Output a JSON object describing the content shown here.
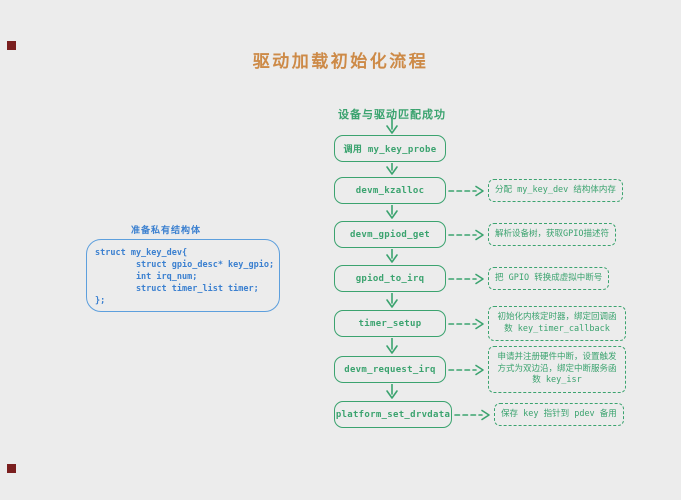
{
  "colors": {
    "bg": "#ececec",
    "green": "#3ba36f",
    "orange": "#cd8a47",
    "blue": "#3b80d0",
    "blue-border": "#5d9fdd",
    "maroon": "#7a1f1f"
  },
  "title": {
    "text": "驱动加载初始化流程"
  },
  "flow": {
    "start_label": "设备与驱动匹配成功",
    "steps": [
      {
        "label": "调用 my_key_probe",
        "note": ""
      },
      {
        "label": "devm_kzalloc",
        "note": "分配 my_key_dev 结构体内存"
      },
      {
        "label": "devm_gpiod_get",
        "note": "解析设备树，获取GPIO描述符"
      },
      {
        "label": "gpiod_to_irq",
        "note": "把 GPIO 转换成虚拟中断号"
      },
      {
        "label": "timer_setup",
        "note": "初始化内核定时器，绑定回调函数 key_timer_callback"
      },
      {
        "label": "devm_request_irq",
        "note": "申请并注册硬件中断，设置触发方式为双边沿，绑定中断服务函数 key_isr"
      },
      {
        "label": "platform_set_drvdata",
        "note": "保存 key 指针到 pdev 备用"
      }
    ]
  },
  "struct_panel": {
    "label": "准备私有结构体",
    "code_lines": [
      "struct my_key_dev{",
      "        struct gpio_desc* key_gpio;",
      "        int irq_num;",
      "        struct timer_list timer;",
      "};"
    ]
  }
}
